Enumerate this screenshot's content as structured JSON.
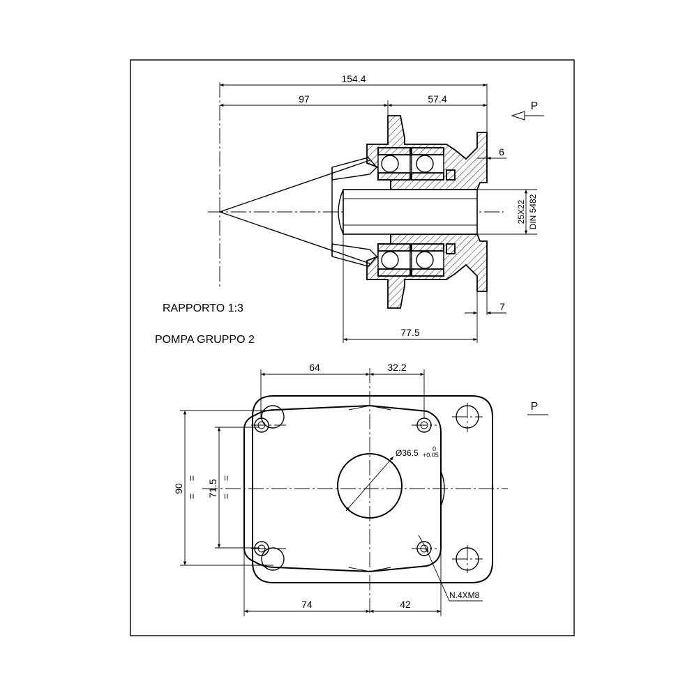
{
  "notes": {
    "ratio": "RAPPORTO 1:3",
    "pump_group": "POMPA GRUPPO 2"
  },
  "view_labels": {
    "side_arrow": "P",
    "front": "P"
  },
  "side_view_dims": {
    "overall_length": "154.4",
    "cone_to_flange": "97",
    "flange_to_face": "57.4",
    "top_offset": "6",
    "bottom_offset": "7",
    "hub_length": "77.5",
    "shaft_spline": "25X22",
    "spline_standard": "DIN 5482"
  },
  "front_view_dims": {
    "top_left": "64",
    "top_right": "32.2",
    "height_outer": "90",
    "height_inner": "71.5",
    "equal_mark": "=",
    "bore_diameter": "Ø36.5",
    "bore_tol_upper": "0",
    "bore_tol_lower": "+0.05",
    "bottom_left": "74",
    "bottom_right": "42",
    "holes": "N.4XM8"
  }
}
